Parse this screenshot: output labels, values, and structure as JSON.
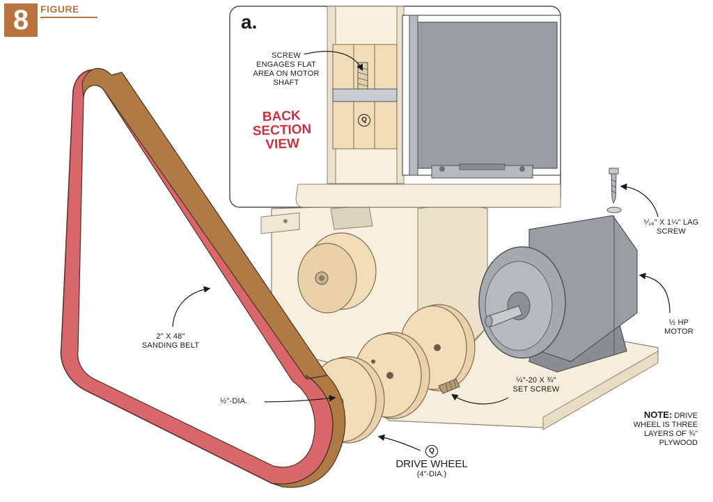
{
  "figure": {
    "number": "8",
    "word": "FIGURE"
  },
  "detail": {
    "letter": "a.",
    "title_lines": [
      "BACK",
      "SECTION",
      "VIEW"
    ],
    "screw_note_lines": [
      "SCREW",
      "ENGAGES FLAT",
      "AREA ON MOTOR",
      "SHAFT"
    ],
    "part_marker": "Q"
  },
  "labels": {
    "sanding_belt": [
      "2\" x 48\"",
      "SANDING BELT"
    ],
    "lag_screw": [
      "⁵⁄₁₆\" x 1¼\" LAG",
      "SCREW"
    ],
    "motor": [
      "½ HP",
      "MOTOR"
    ],
    "set_screw": [
      "¼\"-20 x ¾\"",
      "SET SCREW"
    ],
    "hole_dia": "½\"-DIA.",
    "drive_wheel": {
      "marker": "Q",
      "title": "DRIVE WHEEL",
      "sub": "(4\"-DIA.)"
    },
    "note": {
      "head": "NOTE:",
      "lines": [
        "DRIVE",
        "WHEEL IS THREE",
        "LAYERS OF ¾\"",
        "PLYWOOD"
      ]
    }
  },
  "colors": {
    "belt_outer": "#b07a47",
    "belt_inner": "#d9666b",
    "plywood": "#f2dcb8",
    "plywood_shade": "#dcc295",
    "motor_gray": "#9a9ea3",
    "motor_dark": "#6f7378",
    "base_light": "#f5eedd",
    "figure_brown": "#b8733e",
    "section_red": "#c8333f"
  }
}
